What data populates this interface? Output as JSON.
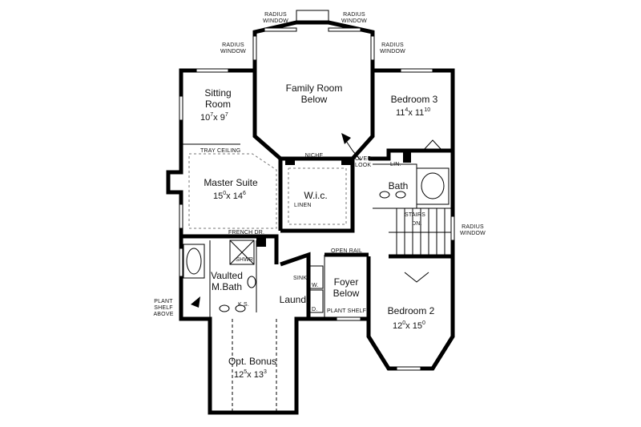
{
  "rooms": {
    "sitting_room": {
      "line1": "Sitting",
      "line2": "Room",
      "dim": "10",
      "dim_b": "7",
      "dim_c": "x 9",
      "dim_d": "7"
    },
    "family_room": {
      "line1": "Family Room",
      "line2": "Below"
    },
    "bedroom3": {
      "line1": "Bedroom 3",
      "dim": "11",
      "dim_b": "4",
      "dim_c": "x 11",
      "dim_d": "10"
    },
    "master_suite": {
      "line1": "Master Suite",
      "dim": "15",
      "dim_b": "0",
      "dim_c": "x 14",
      "dim_d": "6"
    },
    "wic": {
      "line1": "W.i.c."
    },
    "bath": {
      "line1": "Bath"
    },
    "vaulted_bath": {
      "line1": "Vaulted",
      "line2": "M.Bath"
    },
    "laundry": {
      "line1": "Laund."
    },
    "foyer": {
      "line1": "Foyer",
      "line2": "Below"
    },
    "bedroom2": {
      "line1": "Bedroom 2",
      "dim": "12",
      "dim_b": "0",
      "dim_c": "x 15",
      "dim_d": "0"
    },
    "opt_bonus": {
      "line1": "Opt. Bonus",
      "dim": "12",
      "dim_b": "5",
      "dim_c": "x 13",
      "dim_d": "3"
    }
  },
  "labels": {
    "radius_window": "RADIUS",
    "window": "WINDOW",
    "tray_ceiling": "TRAY CEILING",
    "niche": "NICHE",
    "over": "OVER-",
    "look": "LOOK",
    "lin": "LIN.",
    "linen": "LINEN",
    "stairs": "STAIRS",
    "dn": "DN.",
    "french_dr": "FRENCH DR.",
    "open_rail": "OPEN RAIL",
    "shwr": "SHWR.",
    "sink": "SINK",
    "w": "W.",
    "d": "D.",
    "ks": "K.S.",
    "plant_shelf": "PLANT SHELF",
    "plant": "PLANT",
    "shelf": "SHELF",
    "above": "ABOVE"
  }
}
